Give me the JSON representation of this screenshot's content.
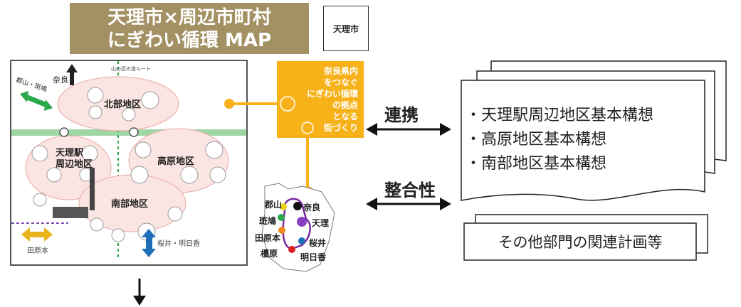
{
  "title": {
    "line1": "天理市×周辺市町村",
    "line2": "にぎわい循環 MAP"
  },
  "city_label": "天理市",
  "map": {
    "top_label": "奈良",
    "left_route": "郡山・斑鳩",
    "bottom_left": "田原本",
    "bottom_right": "桜井・明日香",
    "mountain_route": "山の辺の道ルート",
    "north": "北部地区",
    "center": "天理駅\n周辺地区",
    "kohara": "高原地区",
    "south": "南部地区"
  },
  "hub_text": [
    "奈良県内",
    "をつなぐ",
    "にぎわい循環",
    "の拠点",
    "となる",
    "街づくり"
  ],
  "renkei": "連携",
  "seigousei": "整合性",
  "plans": [
    "・天理駅周辺地区基本構想",
    "・高原地区基本構想",
    "・南部地区基本構想"
  ],
  "other_plans": "その他部門の関連計画等",
  "region": {
    "nara": "奈良",
    "koriyama": "郡山",
    "ikaruga": "斑鳩",
    "tenri": "天理",
    "tawaramoto": "田原本",
    "sakurai": "桜井",
    "kashihara": "橿原",
    "asuka": "明日香"
  },
  "colors": {
    "title_bg": "#a39063",
    "hub": "#f7b21a",
    "green": "#2aa84a",
    "blue": "#1e6fb8",
    "yellow": "#e8b21a"
  }
}
